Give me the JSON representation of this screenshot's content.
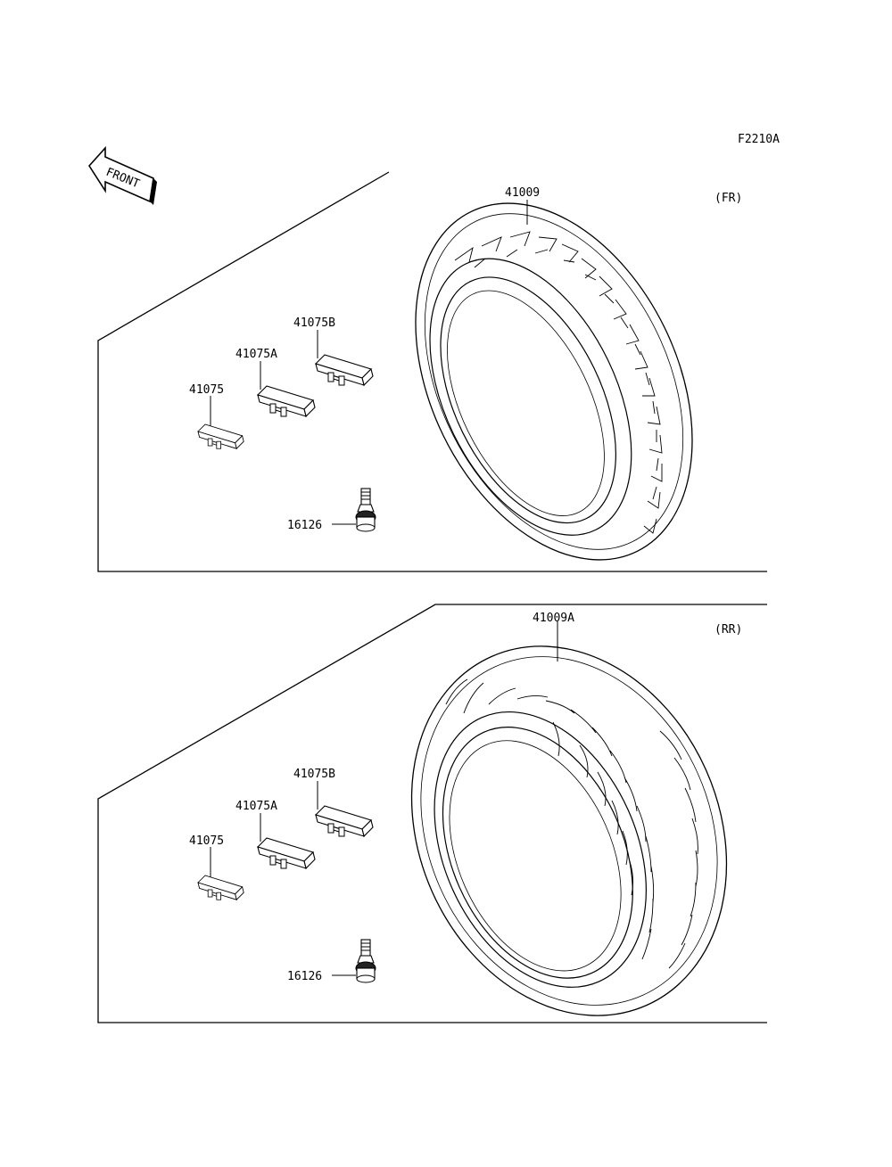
{
  "figure_code": "F2210A",
  "front_arrow_label": "FRONT",
  "sections": [
    {
      "position": "(FR)",
      "tire_part": "41009",
      "weight_labels": [
        "41075",
        "41075A",
        "41075B"
      ],
      "valve_part": "16126"
    },
    {
      "position": "(RR)",
      "tire_part": "41009A",
      "weight_labels": [
        "41075",
        "41075A",
        "41075B"
      ],
      "valve_part": "16126"
    }
  ]
}
